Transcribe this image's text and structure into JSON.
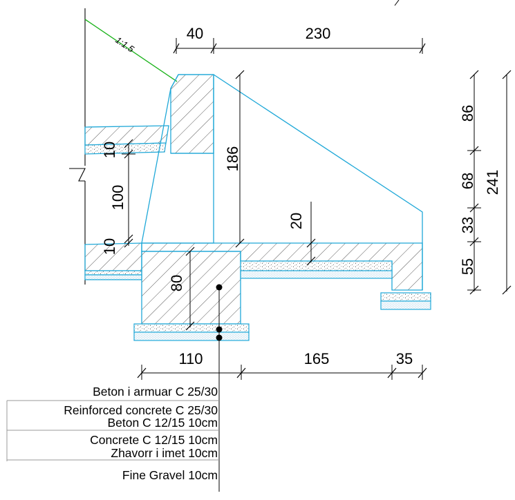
{
  "slope": {
    "label": "1:1.5",
    "color": "#1db31d"
  },
  "colors": {
    "concrete_outline": "#1fa8d8",
    "dimension": "#000000"
  },
  "dimensions": {
    "top_wall_width": "40",
    "top_slab_length": "230",
    "right_upper": "86",
    "right_middle": "68",
    "right_lower_a": "33",
    "right_lower_b": "55",
    "right_total": "241",
    "stem_height": "186",
    "left_layer_top": "10",
    "left_span": "100",
    "left_layer_bottom": "10",
    "slab_thickness": "20",
    "footing_height": "80",
    "bottom_footing": "110",
    "bottom_slab": "165",
    "bottom_toe": "35"
  },
  "legend": [
    {
      "label": "Beton i armuar  C 25/30"
    },
    {
      "label": "Reinforced concrete  C 25/30"
    },
    {
      "label": "Beton  C 12/15  10cm"
    },
    {
      "label": "Concrete  C 12/15  10cm"
    },
    {
      "label": "Zhavorr i imet  10cm"
    },
    {
      "label": "Fine Gravel  10cm"
    }
  ]
}
